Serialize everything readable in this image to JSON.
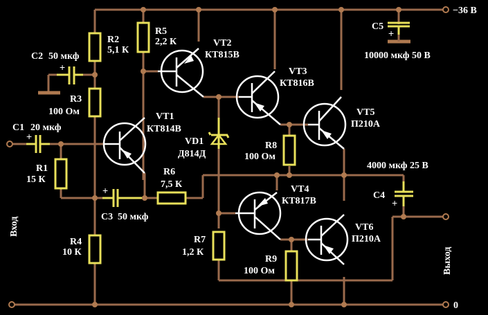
{
  "title": "Усилитель мощности — принципиальная схема",
  "supply": {
    "label": "−36 В"
  },
  "ground": {
    "label": "0"
  },
  "input": {
    "label": "Вход"
  },
  "output": {
    "label": "Выход"
  },
  "components": {
    "R1": {
      "name": "R1",
      "value": "15 К"
    },
    "R2": {
      "name": "R2",
      "value": "5,1 К"
    },
    "R3": {
      "name": "R3",
      "value": "100 Ом"
    },
    "R4": {
      "name": "R4",
      "value": "10 К"
    },
    "R5": {
      "name": "R5",
      "value": "2,2 К"
    },
    "R6": {
      "name": "R6",
      "value": "7,5 К"
    },
    "R7": {
      "name": "R7",
      "value": "1,2 К"
    },
    "R8": {
      "name": "R8",
      "value": "100 Ом"
    },
    "R9": {
      "name": "R9",
      "value": "100 Ом"
    },
    "C1": {
      "name": "C1",
      "value": "20 мкф"
    },
    "C2": {
      "name": "C2",
      "value": "50 мкф"
    },
    "C3": {
      "name": "C3",
      "value": "50 мкф"
    },
    "C4": {
      "name": "C4",
      "value": "4000 мкф 25 В"
    },
    "C5": {
      "name": "C5",
      "value": "10000 мкф 50 В"
    },
    "VD1": {
      "name": "VD1",
      "value": "Д814Д"
    },
    "VT1": {
      "name": "VT1",
      "value": "КТ814В"
    },
    "VT2": {
      "name": "VT2",
      "value": "КТ815В"
    },
    "VT3": {
      "name": "VT3",
      "value": "КТ816В"
    },
    "VT4": {
      "name": "VT4",
      "value": "КТ817В"
    },
    "VT5": {
      "name": "VT5",
      "value": "П210А"
    },
    "VT6": {
      "name": "VT6",
      "value": "П210А"
    }
  },
  "polarity_mark": "+"
}
